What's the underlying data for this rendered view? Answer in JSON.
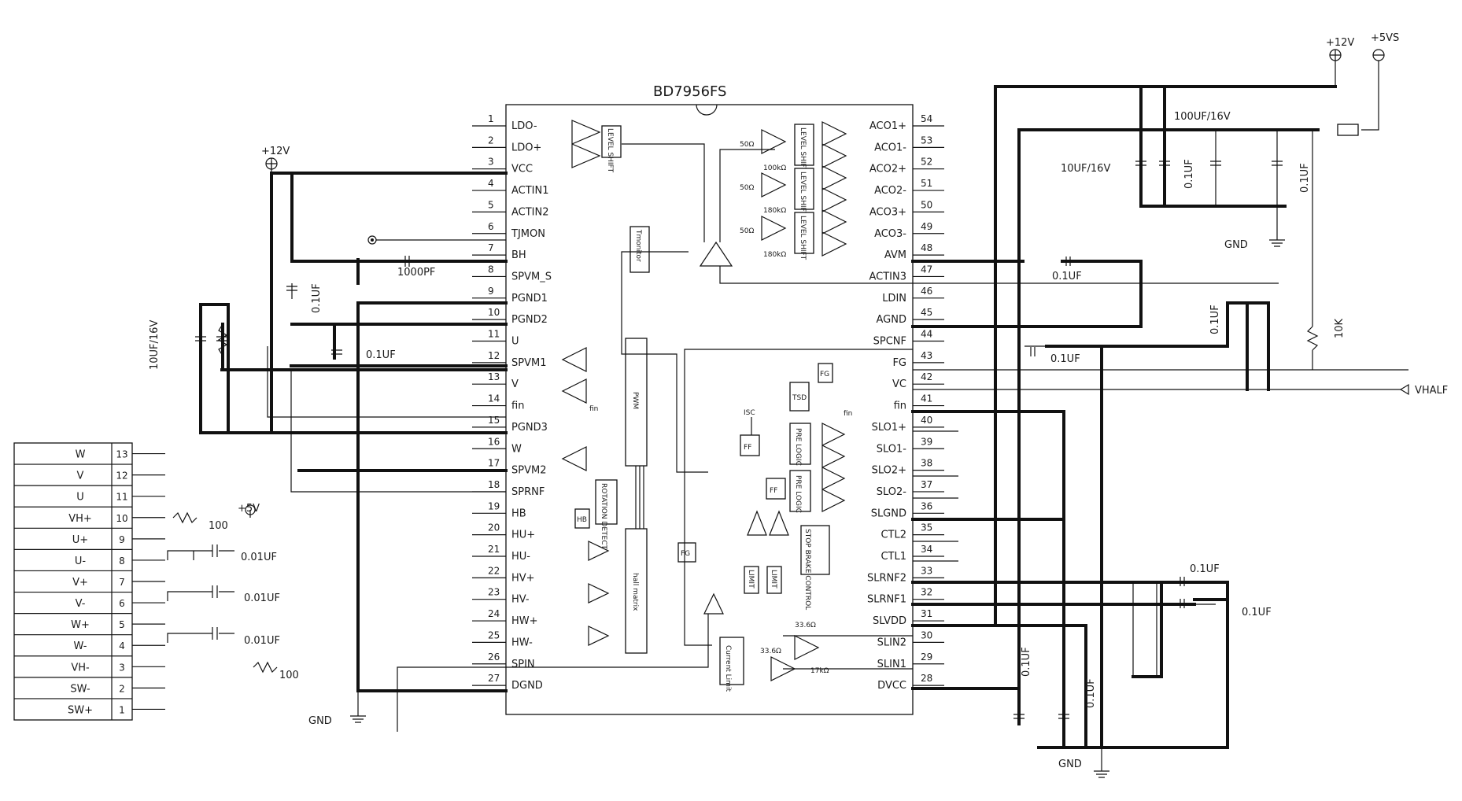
{
  "ic": {
    "title": "BD7956FS",
    "left_pins": [
      {
        "num": "1",
        "name": "LDO-"
      },
      {
        "num": "2",
        "name": "LDO+"
      },
      {
        "num": "3",
        "name": "VCC"
      },
      {
        "num": "4",
        "name": "ACTIN1"
      },
      {
        "num": "5",
        "name": "ACTIN2"
      },
      {
        "num": "6",
        "name": "TJMON"
      },
      {
        "num": "7",
        "name": "BH"
      },
      {
        "num": "8",
        "name": "SPVM_S"
      },
      {
        "num": "9",
        "name": "PGND1"
      },
      {
        "num": "10",
        "name": "PGND2"
      },
      {
        "num": "11",
        "name": "U"
      },
      {
        "num": "12",
        "name": "SPVM1"
      },
      {
        "num": "13",
        "name": "V"
      },
      {
        "num": "14",
        "name": "fin"
      },
      {
        "num": "15",
        "name": "PGND3"
      },
      {
        "num": "16",
        "name": "W"
      },
      {
        "num": "17",
        "name": "SPVM2"
      },
      {
        "num": "18",
        "name": "SPRNF"
      },
      {
        "num": "19",
        "name": "HB"
      },
      {
        "num": "20",
        "name": "HU+"
      },
      {
        "num": "21",
        "name": "HU-"
      },
      {
        "num": "22",
        "name": "HV+"
      },
      {
        "num": "23",
        "name": "HV-"
      },
      {
        "num": "24",
        "name": "HW+"
      },
      {
        "num": "25",
        "name": "HW-"
      },
      {
        "num": "26",
        "name": "SPIN"
      },
      {
        "num": "27",
        "name": "DGND"
      }
    ],
    "right_pins": [
      {
        "num": "54",
        "name": "ACO1+"
      },
      {
        "num": "53",
        "name": "ACO1-"
      },
      {
        "num": "52",
        "name": "ACO2+"
      },
      {
        "num": "51",
        "name": "ACO2-"
      },
      {
        "num": "50",
        "name": "ACO3+"
      },
      {
        "num": "49",
        "name": "ACO3-"
      },
      {
        "num": "48",
        "name": "AVM"
      },
      {
        "num": "47",
        "name": "ACTIN3"
      },
      {
        "num": "46",
        "name": "LDIN"
      },
      {
        "num": "45",
        "name": "AGND"
      },
      {
        "num": "44",
        "name": "SPCNF"
      },
      {
        "num": "43",
        "name": "FG"
      },
      {
        "num": "42",
        "name": "VC"
      },
      {
        "num": "41",
        "name": "fin"
      },
      {
        "num": "40",
        "name": "SLO1+"
      },
      {
        "num": "39",
        "name": "SLO1-"
      },
      {
        "num": "38",
        "name": "SLO2+"
      },
      {
        "num": "37",
        "name": "SLO2-"
      },
      {
        "num": "36",
        "name": "SLGND"
      },
      {
        "num": "35",
        "name": "CTL2"
      },
      {
        "num": "34",
        "name": "CTL1"
      },
      {
        "num": "33",
        "name": "SLRNF2"
      },
      {
        "num": "32",
        "name": "SLRNF1"
      },
      {
        "num": "31",
        "name": "SLVDD"
      },
      {
        "num": "30",
        "name": "SLIN2"
      },
      {
        "num": "29",
        "name": "SLIN1"
      },
      {
        "num": "28",
        "name": "DVCC"
      }
    ],
    "blocks": {
      "level_shift_1": "LEVEL SHIFT",
      "level_shift_2": "LEVEL SHIFT",
      "level_shift_3": "LEVEL SHIFT",
      "level_shift_ldo": "LEVEL SHIFT",
      "tjmonitor": "Tmonitor",
      "pwm": "PWM",
      "rotation_detect": "ROTATION DETECT",
      "hall_matrix": "hall matrix",
      "fg_block": "FG",
      "hb_block": "HB",
      "current_limit": "Current Limit",
      "tsd": "TSD",
      "fg_right": "FG",
      "isc": "ISC",
      "ff1": "FF",
      "ff2": "FF",
      "pre_logic_1": "PRE LOGIC",
      "pre_logic_2": "PRE LOGIC",
      "stop_brake": "STOP BRAKE CONTROL",
      "limit1": "LIMIT",
      "limit2": "LIMIT",
      "fin_l": "fin",
      "fin_r": "fin",
      "r50a": "50Ω",
      "r50b": "50Ω",
      "r50c": "50Ω",
      "r100k": "100kΩ",
      "r180k_a": "180kΩ",
      "r180k_b": "180kΩ",
      "r33a": "33.6Ω",
      "r33b": "33.6Ω",
      "r17k": "17kΩ"
    }
  },
  "connector": {
    "rows": [
      {
        "name": "W",
        "num": "13"
      },
      {
        "name": "V",
        "num": "12"
      },
      {
        "name": "U",
        "num": "11"
      },
      {
        "name": "VH+",
        "num": "10"
      },
      {
        "name": "U+",
        "num": "9"
      },
      {
        "name": "U-",
        "num": "8"
      },
      {
        "name": "V+",
        "num": "7"
      },
      {
        "name": "V-",
        "num": "6"
      },
      {
        "name": "W+",
        "num": "5"
      },
      {
        "name": "W-",
        "num": "4"
      },
      {
        "name": "VH-",
        "num": "3"
      },
      {
        "name": "SW-",
        "num": "2"
      },
      {
        "name": "SW+",
        "num": "1"
      }
    ]
  },
  "labels": {
    "p12v_left": "+12V",
    "c_10uf_left": "10UF/16V",
    "c_01uf_a": "0.1UF",
    "c_01uf_b": "0.1UF",
    "c_1000pf": "1000PF",
    "p5v": "+5V",
    "r100_top": "100",
    "r100_bot": "100",
    "c_001uf_1": "0.01UF",
    "c_001uf_2": "0.01UF",
    "c_001uf_3": "0.01UF",
    "gnd_left": "GND",
    "p12v_right": "+12V",
    "p5vs": "+5VS",
    "c_100uf": "100UF/16V",
    "c_10uf_right": "10UF/16V",
    "c_01uf_c": "0.1UF",
    "c_01uf_d": "0.1UF",
    "gnd_top_right": "GND",
    "c_01uf_avm": "0.1UF",
    "c_01uf_spcnf": "0.1UF",
    "c_01uf_ldin": "0.1UF",
    "r10k": "10K",
    "vhalf": "VHALF",
    "c_01uf_slrnf2": "0.1UF",
    "c_01uf_slrnf1": "0.1UF",
    "c_01uf_dvcc": "0.1UF",
    "c_01uf_slvdd": "0.1UF",
    "gnd_bottom_right": "GND"
  }
}
